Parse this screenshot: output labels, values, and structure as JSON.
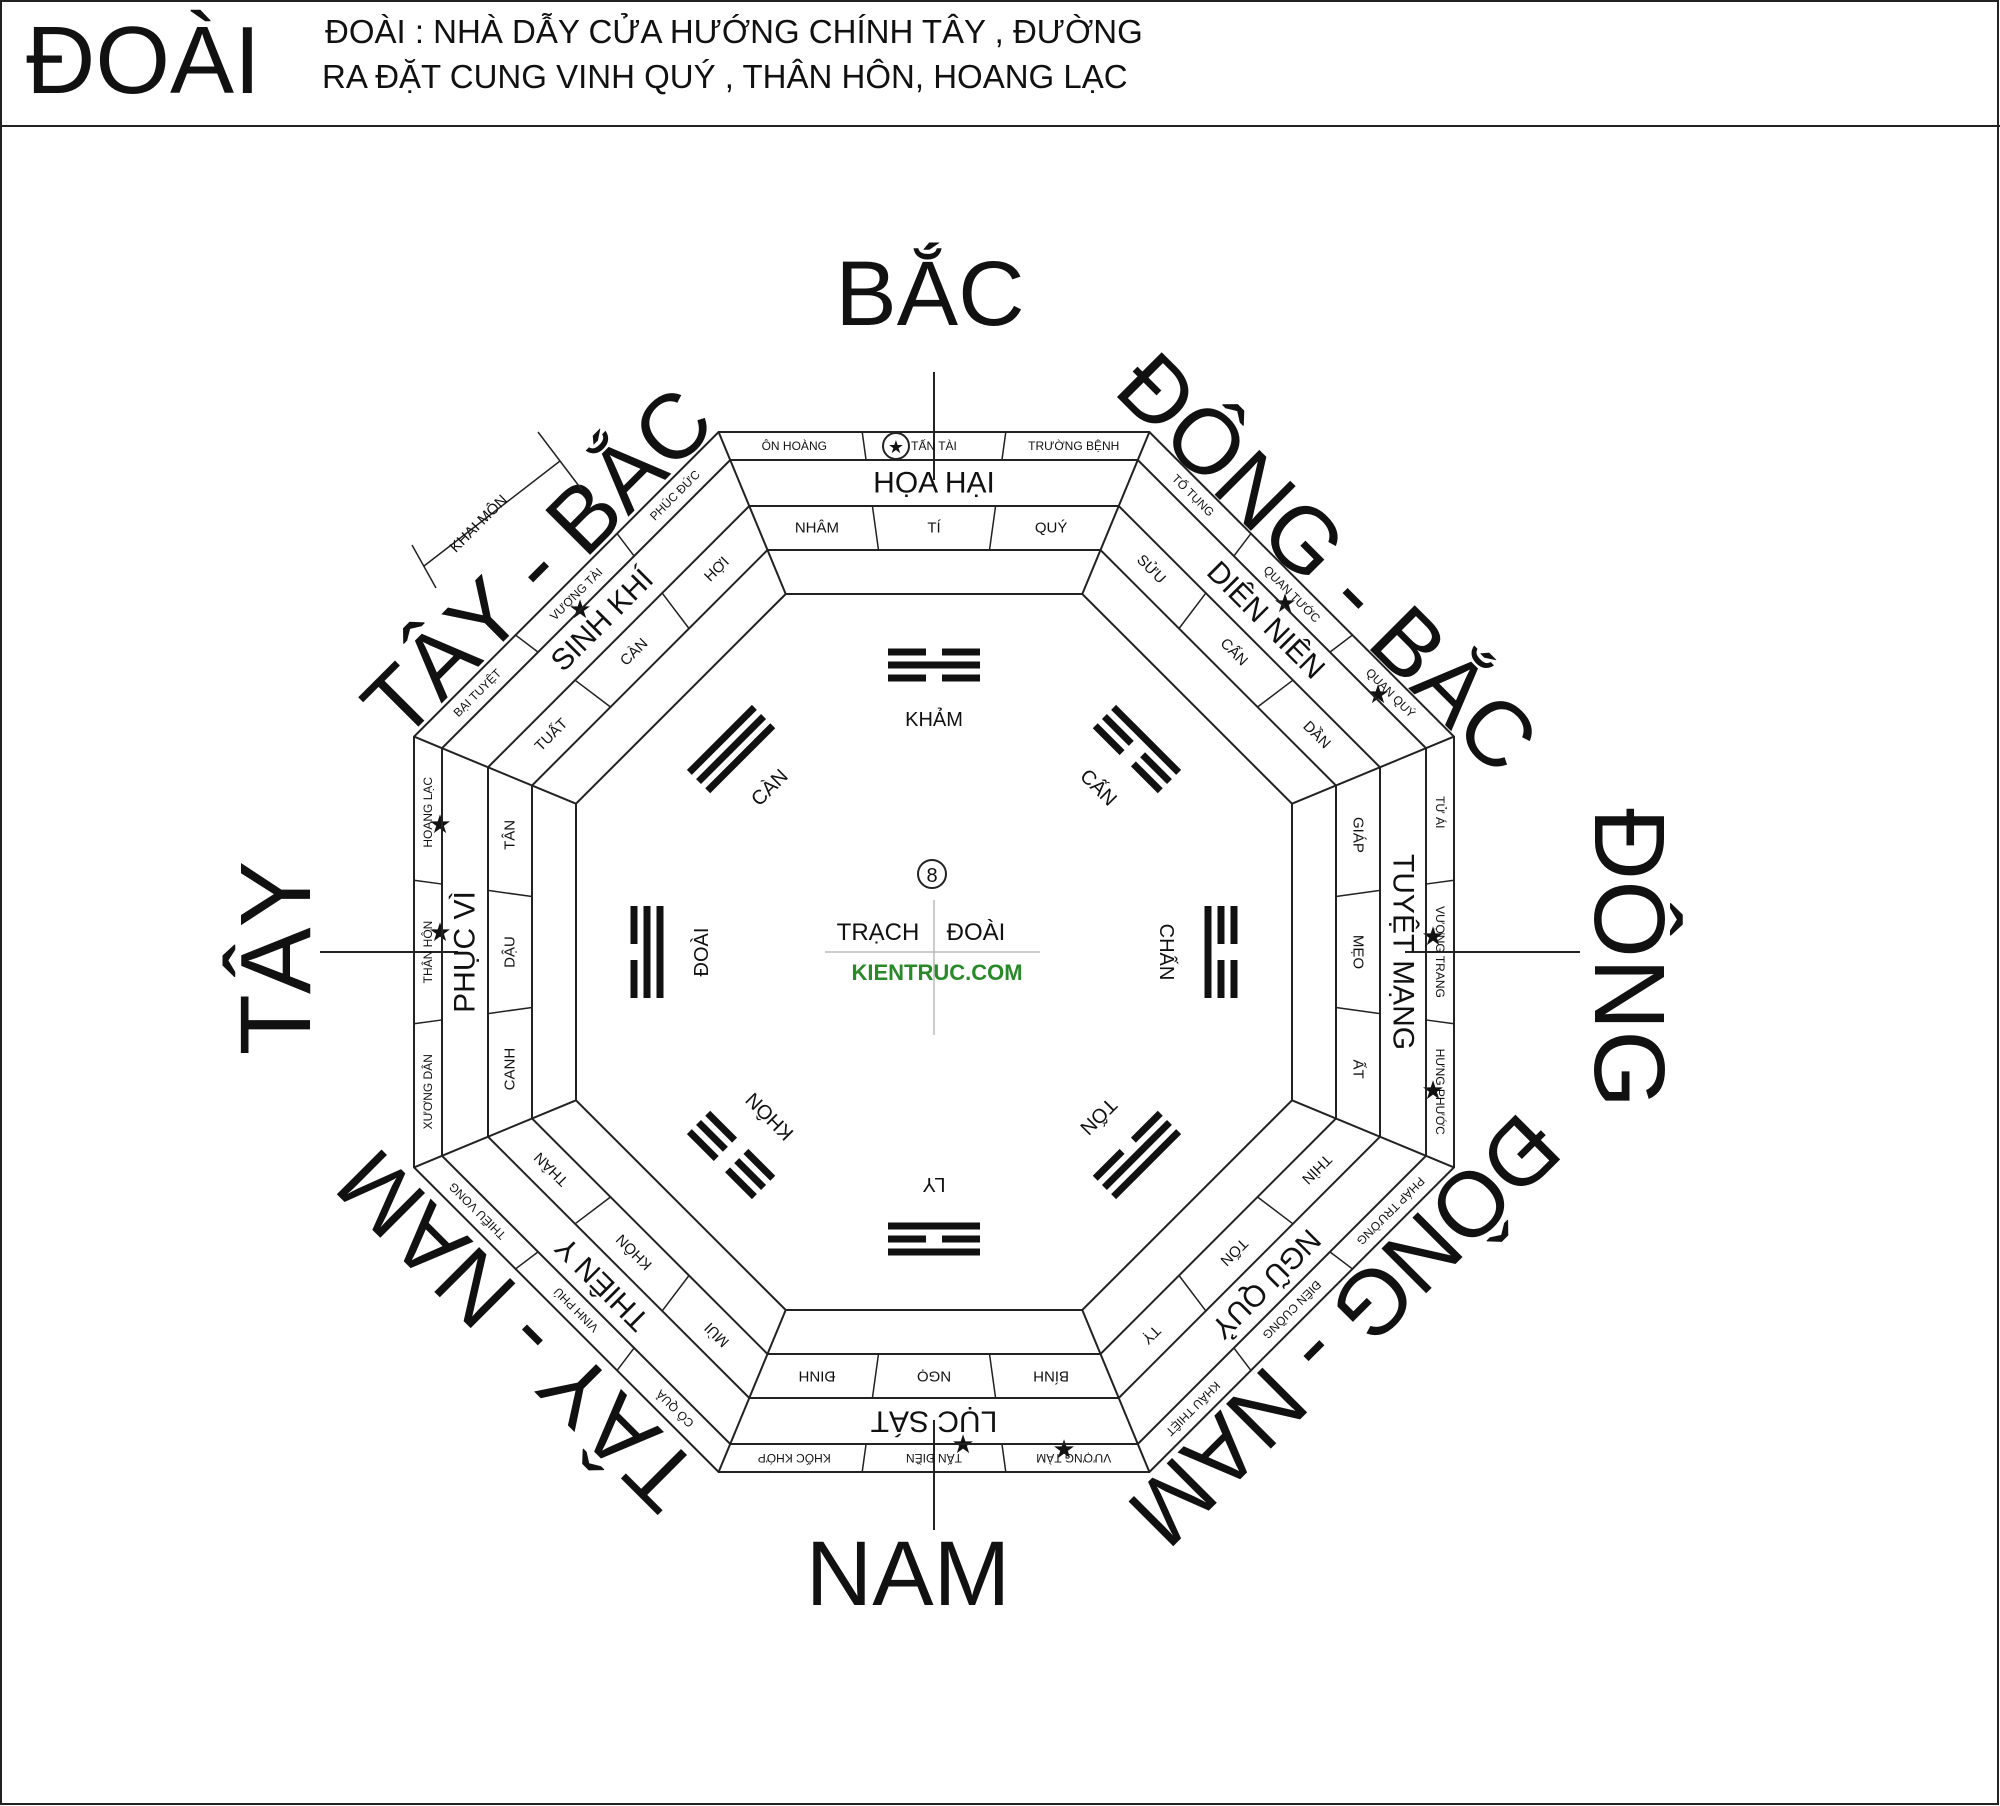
{
  "header": {
    "title": "ĐOÀI",
    "desc_line1": "ĐOÀI : NHÀ DẪY CỬA HƯỚNG CHÍNH TÂY , ĐƯỜNG",
    "desc_line2": "RA ĐẶT CUNG VINH QUÝ  , THÂN HÔN, HOANG LẠC"
  },
  "directions": {
    "north": "BẮC",
    "south": "NAM",
    "east": "ĐÔNG",
    "west": "TÂY",
    "northeast": "ĐÔNG - BẮC",
    "northwest": "TÂY - BẮC",
    "southeast": "ĐÔNG - NAM",
    "southwest": "TÂY - NAM"
  },
  "khai_mon": "KHAI MÔN",
  "stars": {
    "north": "HỌA HẠI",
    "northeast": "DIÊN NIÊN",
    "east": "TUYỆT MẠNG",
    "southeast": "NGŨ QUỶ",
    "south": "LỤC SÁT",
    "southwest": "THIÊN Y",
    "west": "PHỤC VÌ",
    "northwest": "SINH KHÍ"
  },
  "outer_labels": {
    "north": [
      "ÔN HOÀNG",
      "TẤN TÀI",
      "TRƯỜNG BỆNH"
    ],
    "northeast": [
      "TỐ TỤNG",
      "QUAN TƯỚC",
      "QUAN QUÝ"
    ],
    "east": [
      "TỬ ÁI",
      "VƯỢNG TRANG",
      "HƯNG PHƯỚC"
    ],
    "southeast": [
      "PHÁP TRƯỜNG",
      "ĐIÊN CUỒNG",
      "KHẨU THIỆT"
    ],
    "south": [
      "VƯỢNG TÀM",
      "TẤN ĐIỀN",
      "KHỐC KHỚP"
    ],
    "southwest": [
      "CÔ QUẢ",
      "VINH PHÚ",
      "THIẾU VONG"
    ],
    "west": [
      "XƯƠNG DÂN",
      "THÂN HÔN",
      "HOANG LẠC"
    ],
    "northwest": [
      "BẠI TUYỆT",
      "VƯỢNG TÀI",
      "PHÚC ĐỨC"
    ]
  },
  "mountains": {
    "north": [
      "NHÂM",
      "TÍ",
      "QUÝ"
    ],
    "northeast": [
      "SỬU",
      "CẤN",
      "DẦN"
    ],
    "east": [
      "GIÁP",
      "MẸO",
      "ẤT"
    ],
    "southeast": [
      "THÌN",
      "TỐN",
      "TỴ"
    ],
    "south": [
      "BÍNH",
      "NGỌ",
      "ĐINH"
    ],
    "southwest": [
      "MÙI",
      "KHÔN",
      "THÂN"
    ],
    "west": [
      "CANH",
      "DẬU",
      "TÂN"
    ],
    "northwest": [
      "TUẤT",
      "CÀN",
      "HỢI"
    ]
  },
  "trigrams": {
    "north": "KHẢM",
    "northeast": "CẤN",
    "east": "CHẤN",
    "southeast": "TỐN",
    "south": "LY",
    "southwest": "KHÔN",
    "west": "ĐOÀI",
    "northwest": "CÀN"
  },
  "trigram_lines": {
    "north": [
      false,
      true,
      false
    ],
    "northeast": [
      true,
      false,
      false
    ],
    "east": [
      false,
      false,
      true
    ],
    "southeast": [
      true,
      true,
      false
    ],
    "south": [
      true,
      false,
      true
    ],
    "southwest": [
      false,
      false,
      false
    ],
    "west": [
      false,
      true,
      true
    ],
    "northwest": [
      true,
      true,
      true
    ]
  },
  "center": {
    "number": "8",
    "left": "TRẠCH",
    "right": "ĐOÀI",
    "watermark": "KIENTRUC.COM"
  },
  "colors": {
    "line": "#111111",
    "background": "#ffffff",
    "watermark": "#2a8a2a"
  }
}
